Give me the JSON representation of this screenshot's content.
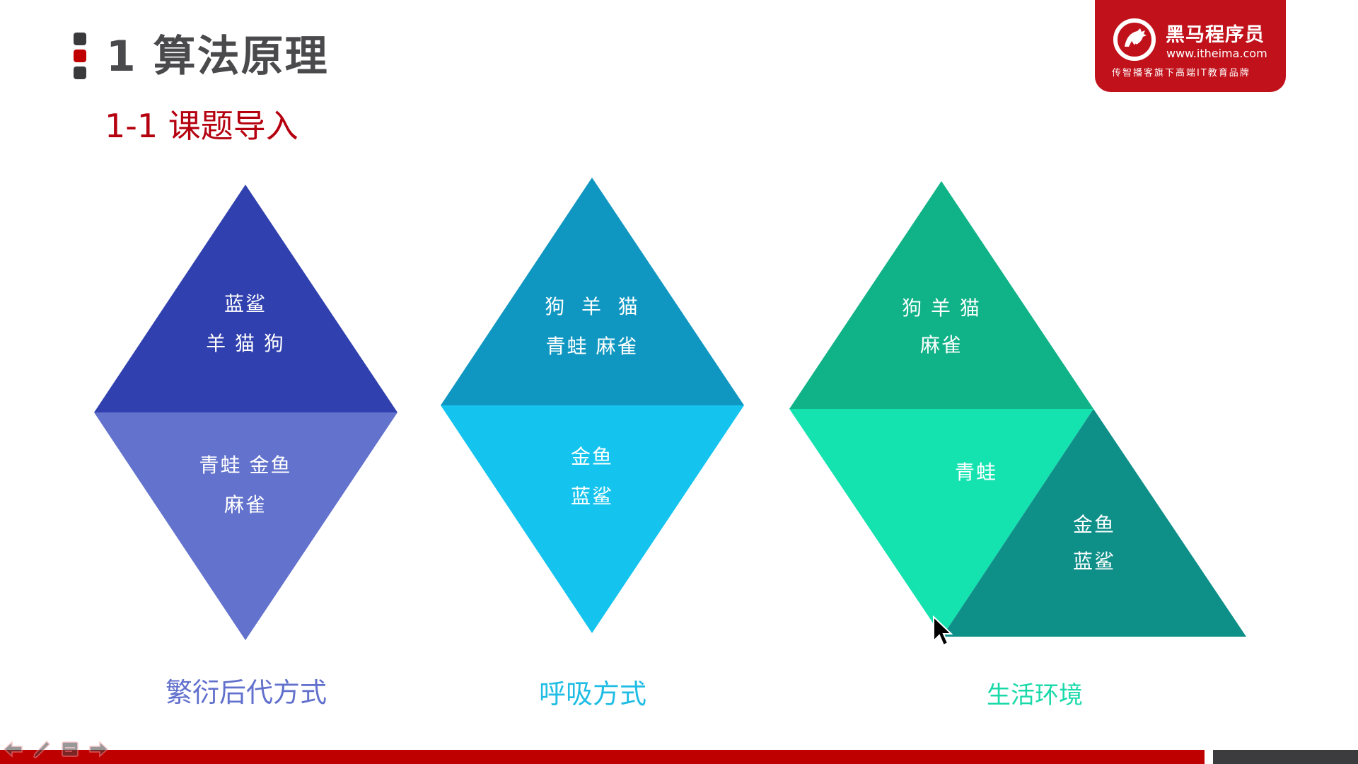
{
  "slide": {
    "title": "1 算法原理",
    "subtitle": "1-1 课题导入"
  },
  "logo": {
    "name": "黑马程序员",
    "url": "www.itheima.com",
    "slogan": "传智播客旗下高端IT教育品牌",
    "icon": "horse-head-icon",
    "color": "#c1111b"
  },
  "diagrams": [
    {
      "caption": "繁衍后代方式",
      "caption_color": "#6170cd",
      "top": {
        "text": "蓝鲨\n羊 猫 狗",
        "color": "#3040ae"
      },
      "bottom": {
        "text": "青蛙 金鱼\n麻雀",
        "color": "#6272cd"
      }
    },
    {
      "caption": "呼吸方式",
      "caption_color": "#1fbde4",
      "top": {
        "text": "狗  羊  猫\n青蛙 麻雀",
        "color": "#0f97c2"
      },
      "bottom": {
        "text": "金鱼\n蓝鲨",
        "color": "#14c4ee"
      }
    },
    {
      "caption": "生活环境",
      "caption_color": "#19d9a9",
      "top": {
        "text": "狗 羊 猫\n麻雀",
        "color": "#10b287"
      },
      "middle": {
        "text": "青蛙",
        "color": "#14e3b0"
      },
      "right": {
        "text": "金鱼\n蓝鲨",
        "color": "#0e8f88"
      }
    }
  ],
  "colors": {
    "title": "#4a4a4c",
    "subtitle": "#b5000f",
    "bottom_bar_red": "#bf0000",
    "bottom_bar_dark": "#3c3b3d"
  },
  "controls": {
    "prev": "arrow-left-icon",
    "pen": "pen-icon",
    "menu": "slide-menu-icon",
    "next": "arrow-right-icon"
  }
}
